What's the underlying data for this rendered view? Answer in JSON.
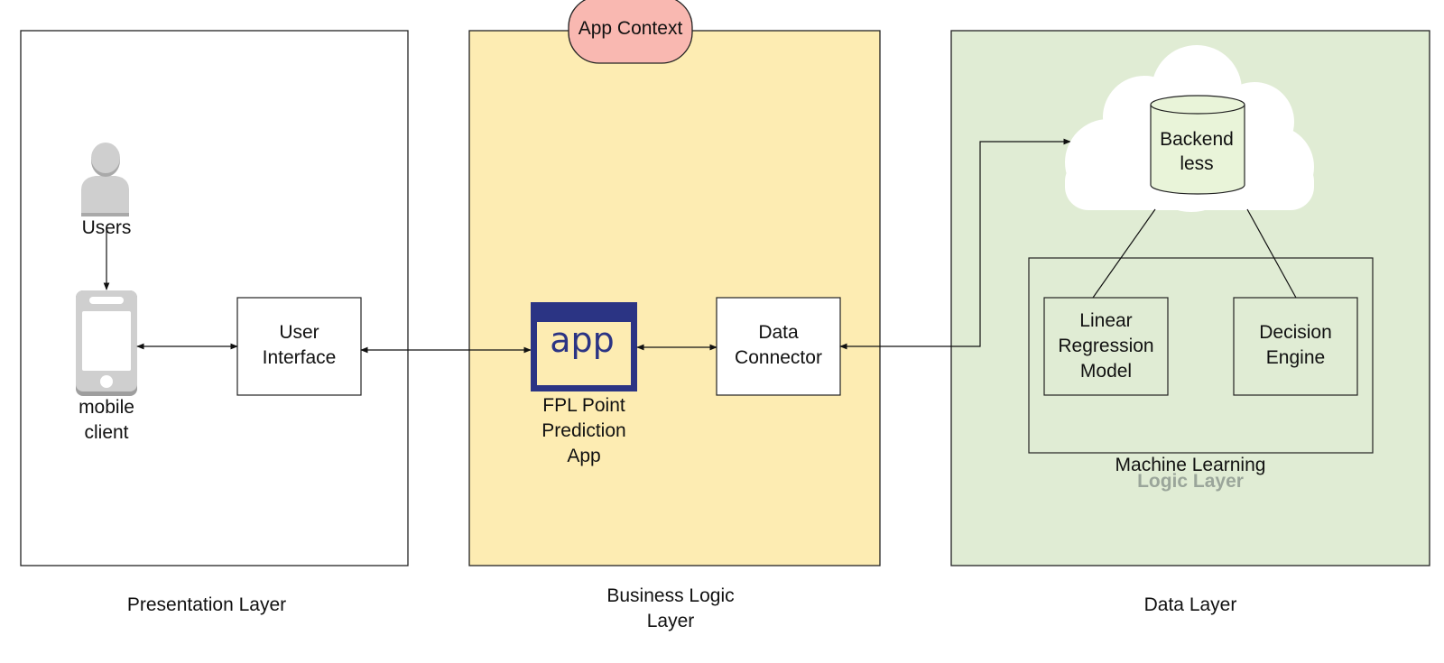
{
  "layers": {
    "presentation": {
      "caption": "Presentation Layer"
    },
    "business": {
      "caption_line1": "Business Logic",
      "caption_line2": "Layer",
      "context_tag": "App Context"
    },
    "data": {
      "caption": "Data Layer"
    }
  },
  "nodes": {
    "users": {
      "label": "Users"
    },
    "mobile_client": {
      "line1": "mobile",
      "line2": "client"
    },
    "user_interface": {
      "line1": "User",
      "line2": "Interface"
    },
    "fpl_app": {
      "icon_text": "app",
      "line1": "FPL Point",
      "line2": "Prediction",
      "line3": "App"
    },
    "data_connector": {
      "line1": "Data",
      "line2": "Connector"
    },
    "backendless": {
      "line1": "Backend",
      "line2": "less"
    },
    "linear_regression": {
      "line1": "Linear",
      "line2": "Regression",
      "line3": "Model"
    },
    "decision_engine": {
      "line1": "Decision",
      "line2": "Engine"
    },
    "ml_group": {
      "line1": "Machine Learning",
      "line2": "Logic Layer"
    }
  },
  "colors": {
    "business_fill": "#fdecb2",
    "data_fill": "#e0ecd4",
    "context_tag_fill": "#f9b8b1",
    "app_icon_blue": "#2b3484",
    "db_fill": "#e9f4d9",
    "icon_grey": "#c9c9c9"
  }
}
